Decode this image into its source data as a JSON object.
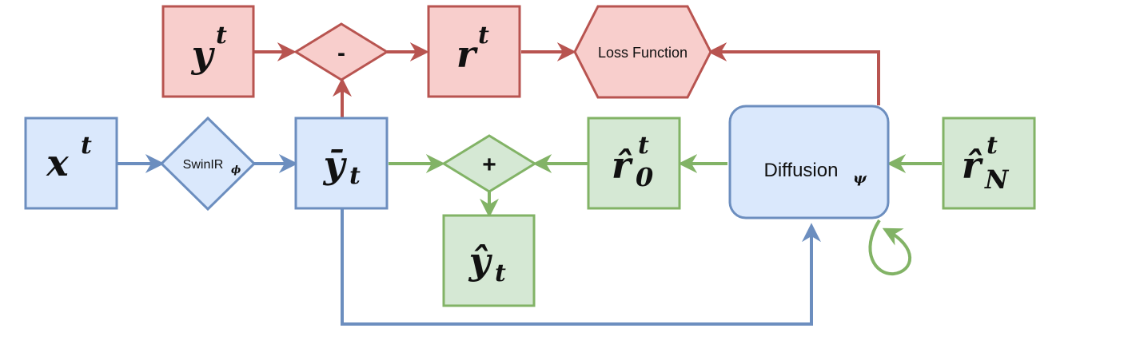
{
  "colors": {
    "blue_fill": "#dae8fc",
    "blue_stroke": "#6c8ebf",
    "red_fill": "#f8cecc",
    "red_stroke": "#b85450",
    "green_fill": "#d5e8d4",
    "green_stroke": "#82b366"
  },
  "nodes": {
    "x_t": {
      "base": "x",
      "sup": "t"
    },
    "swinir": {
      "base": "SwinIR",
      "sub": "ϕ"
    },
    "y_bar": {
      "base": "ȳ",
      "sub": "t"
    },
    "y_t": {
      "base": "y",
      "sup": "t"
    },
    "minus": {
      "label": "-"
    },
    "r_t": {
      "base": "r",
      "sup": "t"
    },
    "loss": {
      "label": "Loss Function"
    },
    "plus": {
      "label": "+"
    },
    "r_hat_0": {
      "base": "r̂",
      "sup": "t",
      "sub": "0"
    },
    "diffusion": {
      "base": "Diffusion",
      "sub": "ψ"
    },
    "r_hat_N": {
      "base": "r̂",
      "sup": "t",
      "sub": "N"
    },
    "y_hat": {
      "base": "ŷ",
      "sub": "t"
    }
  }
}
